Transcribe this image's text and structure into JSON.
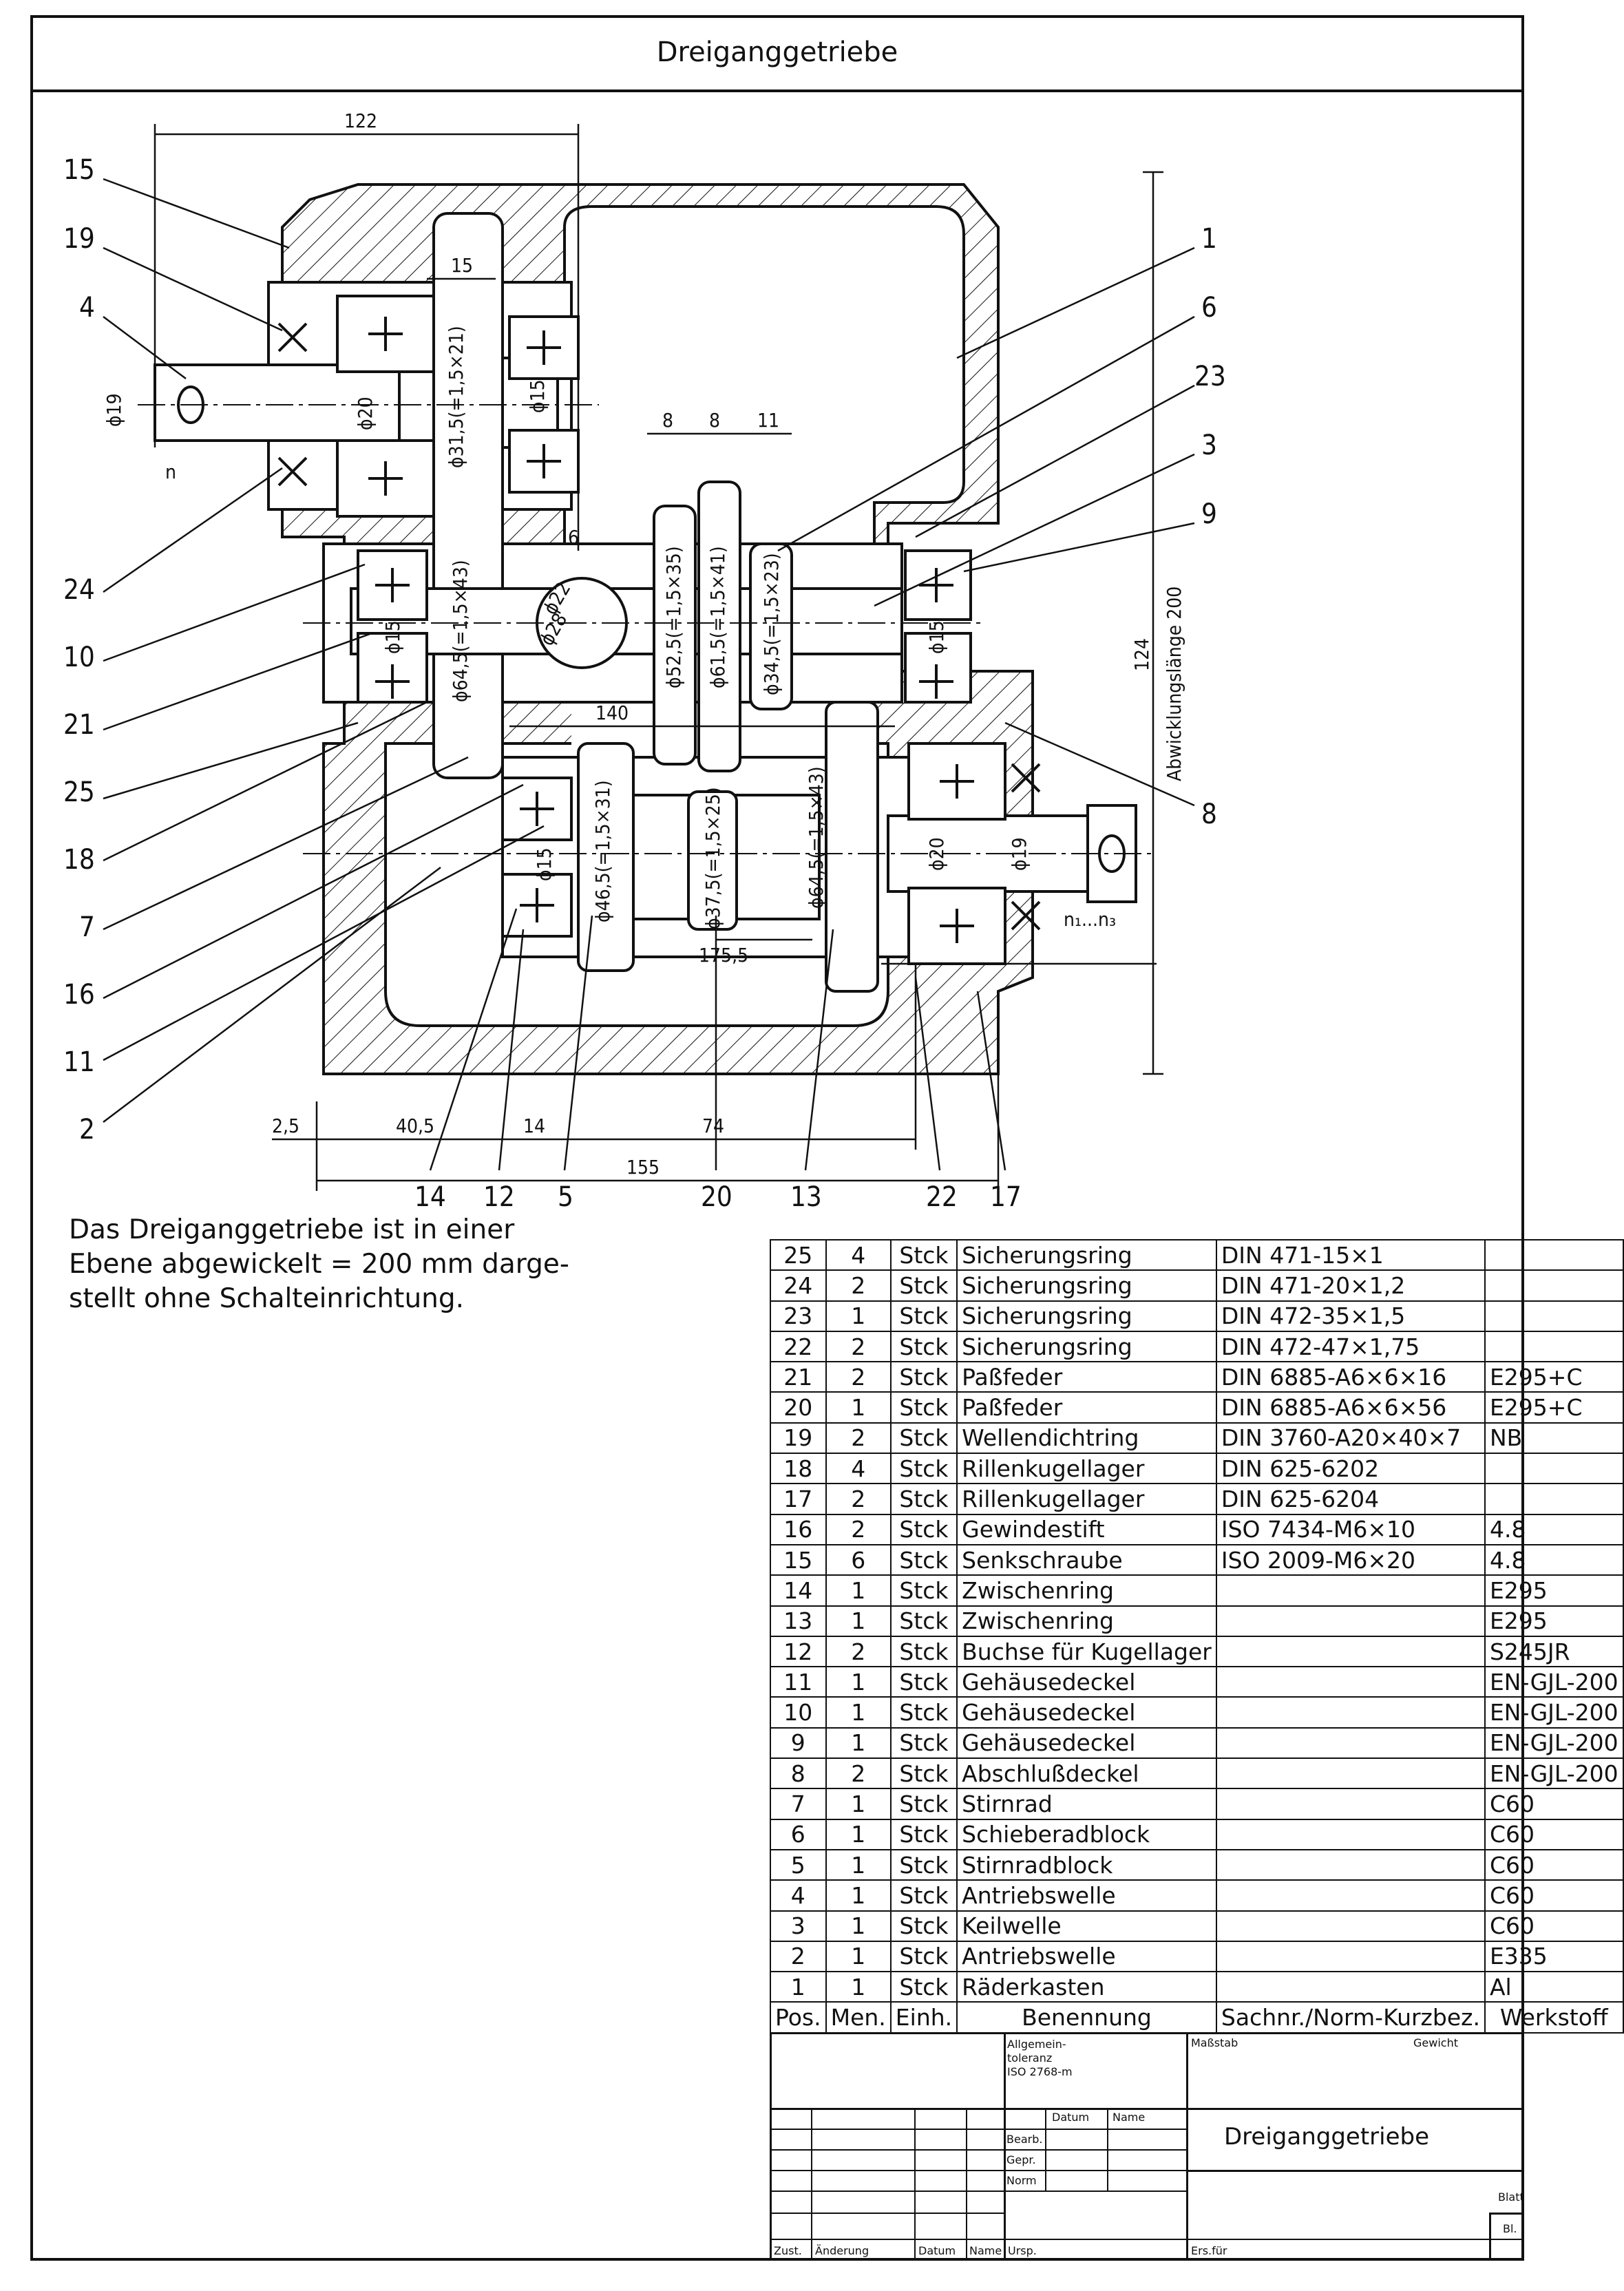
{
  "sheet": {
    "title": "Dreiganggetriebe"
  },
  "drawing": {
    "leaders": [
      "15",
      "19",
      "4",
      "24",
      "10",
      "21",
      "25",
      "18",
      "7",
      "16",
      "11",
      "2",
      "1",
      "6",
      "23",
      "3",
      "9",
      "8",
      "14",
      "12",
      "5",
      "20",
      "13",
      "22",
      "17"
    ],
    "dims": {
      "top_122": "122",
      "d15": "15",
      "d19_left": "ϕ19",
      "n_left": "n",
      "d20_left": "ϕ20",
      "gear31": "ϕ31,5(=1,5×21)",
      "d15_upper": "ϕ15",
      "w8a": "8",
      "w8b": "8",
      "w11": "11",
      "six": "6",
      "d22": "ϕ22",
      "d28": "ϕ28",
      "d15_mid": "ϕ15",
      "gear64_upper": "ϕ64,5(=1,5×43)",
      "gear52": "ϕ52,5(=1,5×35)",
      "gear61": "ϕ61,5(=1,5×41)",
      "gear34": "ϕ34,5(=1,5×23)",
      "d15_right": "ϕ15",
      "dim140": "140",
      "dim124": "124",
      "abw": "Abwicklungslänge 200",
      "d15_lower": "ϕ15",
      "gear46": "ϕ46,5(=1,5×31)",
      "gear37": "ϕ37,5(=1,5×25)",
      "gear64_lower": "ϕ64,5(=1,5×43)",
      "d20_right": "ϕ20",
      "d19_right": "ϕ19",
      "n_right": "n₁...n₃",
      "dim175": "175,5",
      "b25": "2,5",
      "b405": "40,5",
      "b14": "14",
      "b74": "74",
      "b155": "155"
    }
  },
  "note_lines": [
    "Das Dreiganggetriebe ist in einer",
    "Ebene abgewickelt = 200 mm darge-",
    "stellt ohne Schalteinrichtung."
  ],
  "parts": [
    {
      "pos": "25",
      "men": "4",
      "einh": "Stck",
      "benennung": "Sicherungsring",
      "norm": "DIN 471-15×1",
      "werkstoff": ""
    },
    {
      "pos": "24",
      "men": "2",
      "einh": "Stck",
      "benennung": "Sicherungsring",
      "norm": "DIN 471-20×1,2",
      "werkstoff": ""
    },
    {
      "pos": "23",
      "men": "1",
      "einh": "Stck",
      "benennung": "Sicherungsring",
      "norm": "DIN 472-35×1,5",
      "werkstoff": ""
    },
    {
      "pos": "22",
      "men": "2",
      "einh": "Stck",
      "benennung": "Sicherungsring",
      "norm": "DIN 472-47×1,75",
      "werkstoff": ""
    },
    {
      "pos": "21",
      "men": "2",
      "einh": "Stck",
      "benennung": "Paßfeder",
      "norm": "DIN 6885-A6×6×16",
      "werkstoff": "E295+C"
    },
    {
      "pos": "20",
      "men": "1",
      "einh": "Stck",
      "benennung": "Paßfeder",
      "norm": "DIN 6885-A6×6×56",
      "werkstoff": "E295+C"
    },
    {
      "pos": "19",
      "men": "2",
      "einh": "Stck",
      "benennung": "Wellendichtring",
      "norm": "DIN 3760-A20×40×7",
      "werkstoff": "NB"
    },
    {
      "pos": "18",
      "men": "4",
      "einh": "Stck",
      "benennung": "Rillenkugellager",
      "norm": "DIN 625-6202",
      "werkstoff": ""
    },
    {
      "pos": "17",
      "men": "2",
      "einh": "Stck",
      "benennung": "Rillenkugellager",
      "norm": "DIN 625-6204",
      "werkstoff": ""
    },
    {
      "pos": "16",
      "men": "2",
      "einh": "Stck",
      "benennung": "Gewindestift",
      "norm": "ISO 7434-M6×10",
      "werkstoff": "4.8"
    },
    {
      "pos": "15",
      "men": "6",
      "einh": "Stck",
      "benennung": "Senkschraube",
      "norm": "ISO 2009-M6×20",
      "werkstoff": "4.8"
    },
    {
      "pos": "14",
      "men": "1",
      "einh": "Stck",
      "benennung": "Zwischenring",
      "norm": "",
      "werkstoff": "E295"
    },
    {
      "pos": "13",
      "men": "1",
      "einh": "Stck",
      "benennung": "Zwischenring",
      "norm": "",
      "werkstoff": "E295"
    },
    {
      "pos": "12",
      "men": "2",
      "einh": "Stck",
      "benennung": "Buchse für Kugellager",
      "norm": "",
      "werkstoff": "S245JR"
    },
    {
      "pos": "11",
      "men": "1",
      "einh": "Stck",
      "benennung": "Gehäusedeckel",
      "norm": "",
      "werkstoff": "EN-GJL-200"
    },
    {
      "pos": "10",
      "men": "1",
      "einh": "Stck",
      "benennung": "Gehäusedeckel",
      "norm": "",
      "werkstoff": "EN-GJL-200"
    },
    {
      "pos": "9",
      "men": "1",
      "einh": "Stck",
      "benennung": "Gehäusedeckel",
      "norm": "",
      "werkstoff": "EN-GJL-200"
    },
    {
      "pos": "8",
      "men": "2",
      "einh": "Stck",
      "benennung": "Abschlußdeckel",
      "norm": "",
      "werkstoff": "EN-GJL-200"
    },
    {
      "pos": "7",
      "men": "1",
      "einh": "Stck",
      "benennung": "Stirnrad",
      "norm": "",
      "werkstoff": "C60"
    },
    {
      "pos": "6",
      "men": "1",
      "einh": "Stck",
      "benennung": "Schieberadblock",
      "norm": "",
      "werkstoff": "C60"
    },
    {
      "pos": "5",
      "men": "1",
      "einh": "Stck",
      "benennung": "Stirnradblock",
      "norm": "",
      "werkstoff": "C60"
    },
    {
      "pos": "4",
      "men": "1",
      "einh": "Stck",
      "benennung": "Antriebswelle",
      "norm": "",
      "werkstoff": "C60"
    },
    {
      "pos": "3",
      "men": "1",
      "einh": "Stck",
      "benennung": "Keilwelle",
      "norm": "",
      "werkstoff": "C60"
    },
    {
      "pos": "2",
      "men": "1",
      "einh": "Stck",
      "benennung": "Antriebswelle",
      "norm": "",
      "werkstoff": "E335"
    },
    {
      "pos": "1",
      "men": "1",
      "einh": "Stck",
      "benennung": "Räderkasten",
      "norm": "",
      "werkstoff": "Al"
    }
  ],
  "parts_header": {
    "pos": "Pos.",
    "men": "Men.",
    "einh": "Einh.",
    "benennung": "Benennung",
    "norm": "Sachnr./Norm-Kurzbez.",
    "werkstoff": "Werkstoff"
  },
  "title_block": {
    "tol1": "Allgemein-",
    "tol2": "toleranz",
    "tol3": "ISO 2768-m",
    "massstab": "Maßstab",
    "gewicht": "Gewicht",
    "datum": "Datum",
    "name": "Name",
    "bearb": "Bearb.",
    "gepr": "Gepr.",
    "norm": "Norm",
    "drawing_title": "Dreiganggetriebe",
    "blatt": "Blatt",
    "bl": "Bl.",
    "zust": "Zust.",
    "aenderung": "Änderung",
    "datum2": "Datum",
    "name2": "Name",
    "ursp": "Ursp.",
    "ersfuer": "Ers.für"
  }
}
